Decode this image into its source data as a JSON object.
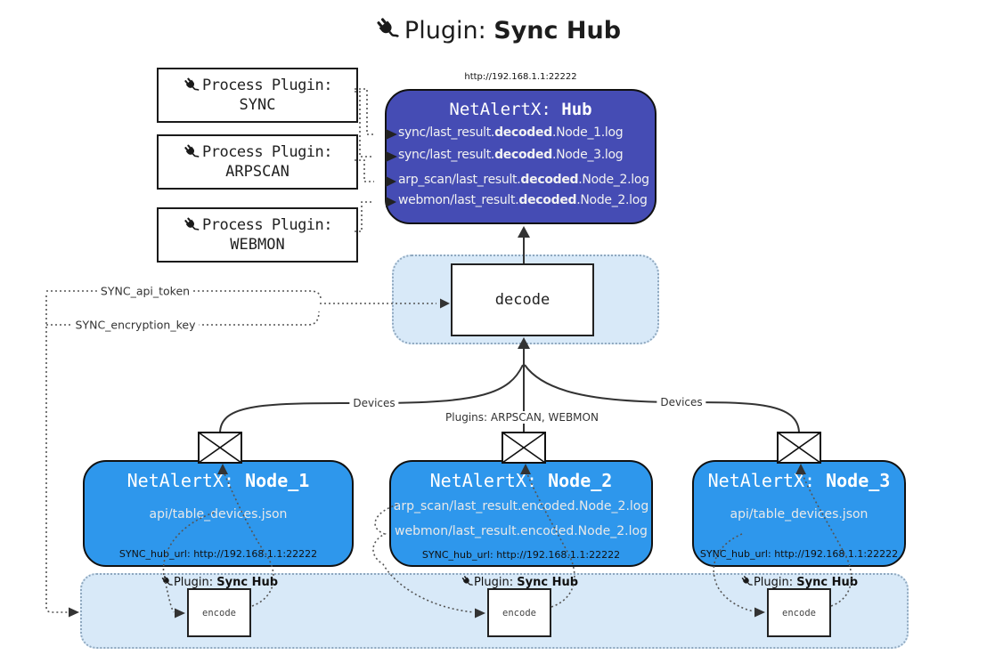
{
  "title": {
    "prefix": "Plugin: ",
    "name": "Sync Hub"
  },
  "process_plugins": [
    {
      "label": "Process Plugin:",
      "name": "SYNC"
    },
    {
      "label": "Process Plugin:",
      "name": "ARPSCAN"
    },
    {
      "label": "Process Plugin:",
      "name": "WEBMON"
    }
  ],
  "hub": {
    "url": "http://192.168.1.1:22222",
    "title_prefix": "NetAlertX: ",
    "title_name": "Hub",
    "lines": [
      {
        "pre": "sync/last_result.",
        "bold": "decoded",
        "post": ".Node_1.log"
      },
      {
        "pre": "sync/last_result.",
        "bold": "decoded",
        "post": ".Node_3.log"
      },
      {
        "pre": "arp_scan/last_result.",
        "bold": "decoded",
        "post": ".Node_2.log"
      },
      {
        "pre": "webmon/last_result.",
        "bold": "decoded",
        "post": ".Node_2.log"
      }
    ]
  },
  "decode": {
    "label": "decode"
  },
  "config": {
    "api_token": "SYNC_api_token",
    "encryption_key": "SYNC_encryption_key"
  },
  "edges": {
    "devices_left": "Devices",
    "devices_right": "Devices",
    "plugins": "Plugins: ARPSCAN, WEBMON"
  },
  "nodes": [
    {
      "title_prefix": "NetAlertX: ",
      "title_name": "Node_1",
      "files": [
        "api/table_devices.json"
      ],
      "hub_url": "SYNC_hub_url: http://192.168.1.1:22222"
    },
    {
      "title_prefix": "NetAlertX: ",
      "title_name": "Node_2",
      "files": [
        "arp_scan/last_result.encoded.Node_2.log",
        "webmon/last_result.encoded.Node_2.log"
      ],
      "hub_url": "SYNC_hub_url: http://192.168.1.1:22222"
    },
    {
      "title_prefix": "NetAlertX: ",
      "title_name": "Node_3",
      "files": [
        "api/table_devices.json"
      ],
      "hub_url": "SYNC_hub_url: http://192.168.1.1:22222"
    }
  ],
  "encoders": [
    {
      "plugin_prefix": "Plugin: ",
      "plugin_name": "Sync Hub",
      "label": "encode"
    },
    {
      "plugin_prefix": "Plugin: ",
      "plugin_name": "Sync Hub",
      "label": "encode"
    },
    {
      "plugin_prefix": "Plugin: ",
      "plugin_name": "Sync Hub",
      "label": "encode"
    }
  ],
  "icons": {
    "plug": "plug-icon",
    "envelope": "envelope-icon"
  },
  "colors": {
    "hub_fill": "#454CB4",
    "node_fill": "#2E97EC",
    "container_fill": "#D8E9F8",
    "container_border": "#8FA8BF",
    "line": "#333333"
  }
}
